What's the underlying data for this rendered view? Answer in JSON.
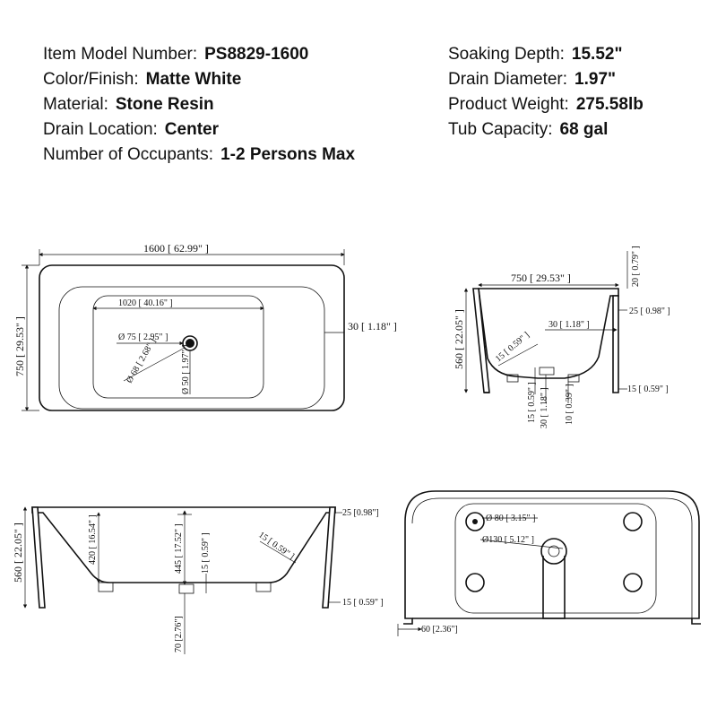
{
  "specs_left": [
    {
      "label": "Item Model Number:",
      "value": "PS8829-1600"
    },
    {
      "label": "Color/Finish:",
      "value": "Matte White"
    },
    {
      "label": "Material:",
      "value": "Stone Resin"
    },
    {
      "label": "Drain Location:",
      "value": "Center"
    },
    {
      "label": "Number of Occupants:",
      "value": "1-2 Persons Max"
    }
  ],
  "specs_right": [
    {
      "label": "Soaking Depth:",
      "value": "15.52\""
    },
    {
      "label": "Drain Diameter:",
      "value": "1.97\""
    },
    {
      "label": "Product Weight:",
      "value": "275.58lb"
    },
    {
      "label": "Tub Capacity:",
      "value": "68 gal"
    }
  ],
  "top_view": {
    "length": "1600 [ 62.99\" ]",
    "width": "750 [ 29.53\" ]",
    "inner_length": "1020 [ 40.16\" ]",
    "rim": "30 [ 1.18\" ]",
    "overflow_dia": "Ø 75 [ 2.95\" ]",
    "drain_dia_68": "Ø 68 [ 2.68\" ]",
    "drain_dia_50": "Ø 50 [ 1.97\" ]"
  },
  "side_view": {
    "width": "750 [ 29.53\" ]",
    "height": "560 [ 22.05\" ]",
    "top_rim": "20 [ 0.79\" ]",
    "rim_25": "25 [ 0.98\" ]",
    "wall_30": "30 [ 1.18\" ]",
    "wall_15": "15 [ 0.59\" ]",
    "foot_15": "15 [ 0.59\" ]",
    "bottom_15": "15 [ 0.59\" ]",
    "bottom_30": "30 [ 1.18\" ]",
    "bottom_10": "10 [ 0.39\" ]"
  },
  "front_view": {
    "height": "560 [ 22.05\" ]",
    "depth_420": "420 [ 16.54\" ]",
    "depth_445": "445 [ 17.52\" ]",
    "floor_15": "15 [ 0.59\" ]",
    "wall_15": "15 [ 0.59\" ]",
    "rim_25": "25 [0.98\"]",
    "foot_15": "15 [ 0.59\" ]",
    "clearance_70": "70 [2.76\"]"
  },
  "bottom_view": {
    "hole_80": "Ø 80 [ 3.15\" ]",
    "hole_130": "Ø130 [ 5.12\" ]",
    "edge_60": "60 [2.36\"]"
  }
}
